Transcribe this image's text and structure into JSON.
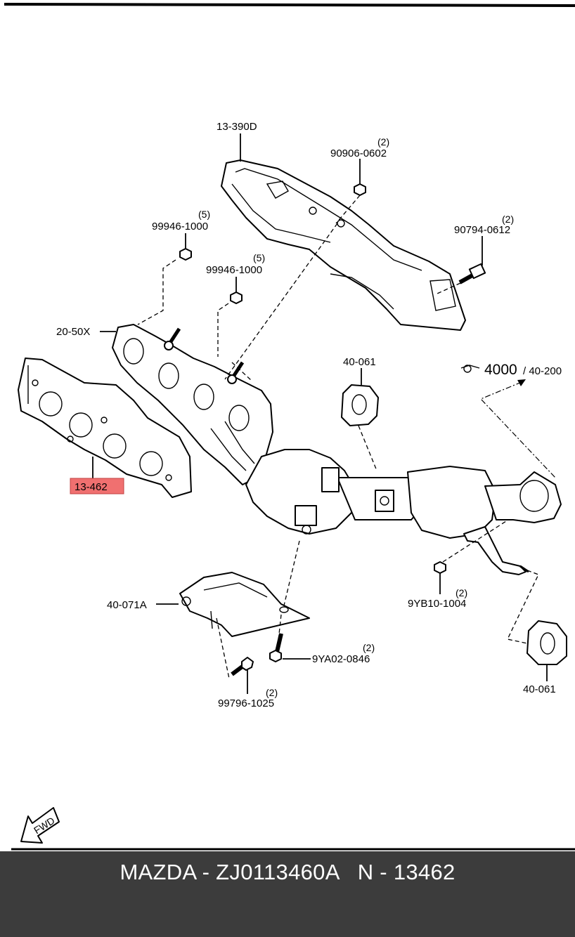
{
  "diagram": {
    "labels": {
      "heat_insulator_upper": "13-390D",
      "nut_90906": "90906-0602",
      "nut_90906_qty": "(2)",
      "bolt_90794": "90794-0612",
      "bolt_90794_qty": "(2)",
      "nut_99946_a": "99946-1000",
      "nut_99946_a_qty": "(5)",
      "nut_99946_b": "99946-1000",
      "nut_99946_b_qty": "(5)",
      "exhaust_manifold": "20-50X",
      "gasket_highlighted": "13-462",
      "hanger_upper": "40-061",
      "ref_4000": "4000",
      "ref_40200": "/ 40-200",
      "nut_9yb10": "9YB10-1004",
      "nut_9yb10_qty": "(2)",
      "bracket": "40-071A",
      "bolt_9ya02": "9YA02-0846",
      "bolt_9ya02_qty": "(2)",
      "bolt_99796": "99796-1025",
      "bolt_99796_qty": "(2)",
      "hanger_lower": "40-061",
      "fwd": "FWD"
    },
    "highlight_color": "#f07070"
  },
  "footer": {
    "text": "MAZDA - ZJ0113460A   N - 13462"
  }
}
